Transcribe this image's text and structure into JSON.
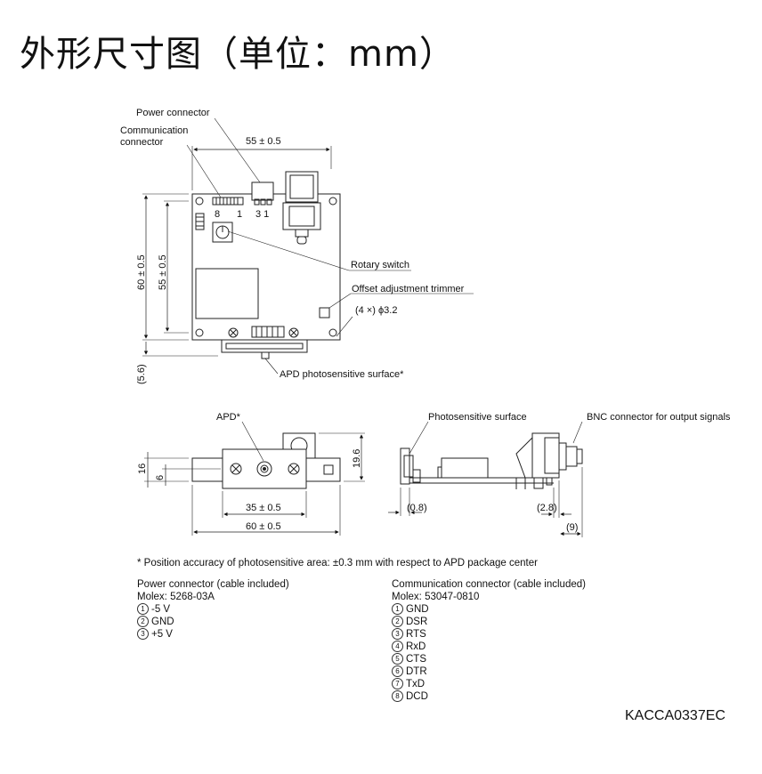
{
  "title": "外形尺寸图（单位：mm）",
  "top_view": {
    "power_connector": "Power connector",
    "communication_connector_line1": "Communication",
    "communication_connector_line2": "connector",
    "width_dim": "55 ± 0.5",
    "pin_8": "8",
    "pin_1": "1",
    "pins_31": "3 1",
    "height_outer": "60 ± 0.5",
    "height_inner": "55 ± 0.5",
    "rotary_switch": "Rotary switch",
    "offset_trimmer": "Offset adjustment trimmer",
    "holes": "(4 ×) ϕ3.2",
    "offset_dim": "(5.6)",
    "apd_surface": "APD photosensitive surface*"
  },
  "front_view": {
    "apd": "APD*",
    "height_16": "16",
    "height_6": "6",
    "height_196": "19.6",
    "width_35": "35 ± 0.5",
    "width_60": "60 ± 0.5"
  },
  "side_view": {
    "photosensitive_surface": "Photosensitive surface",
    "bnc_connector": "BNC connector for output signals",
    "dim_08": "(0.8)",
    "dim_28": "(2.8)",
    "dim_9": "(9)"
  },
  "footnote": "* Position accuracy of photosensitive area: ±0.3 mm with respect to APD package center",
  "power_connector_spec": {
    "heading": "Power connector (cable included)",
    "part": "Molex:  5268-03A",
    "pins": [
      {
        "num": "1",
        "label": "-5 V"
      },
      {
        "num": "2",
        "label": "GND"
      },
      {
        "num": "3",
        "label": "+5 V"
      }
    ]
  },
  "communication_connector_spec": {
    "heading": "Communication connector (cable included)",
    "part": "Molex:  53047-0810",
    "pins": [
      {
        "num": "1",
        "label": "GND"
      },
      {
        "num": "2",
        "label": "DSR"
      },
      {
        "num": "3",
        "label": "RTS"
      },
      {
        "num": "4",
        "label": "RxD"
      },
      {
        "num": "5",
        "label": "CTS"
      },
      {
        "num": "6",
        "label": "DTR"
      },
      {
        "num": "7",
        "label": "TxD"
      },
      {
        "num": "8",
        "label": "DCD"
      }
    ]
  },
  "drawing_code": "KACCA0337EC"
}
